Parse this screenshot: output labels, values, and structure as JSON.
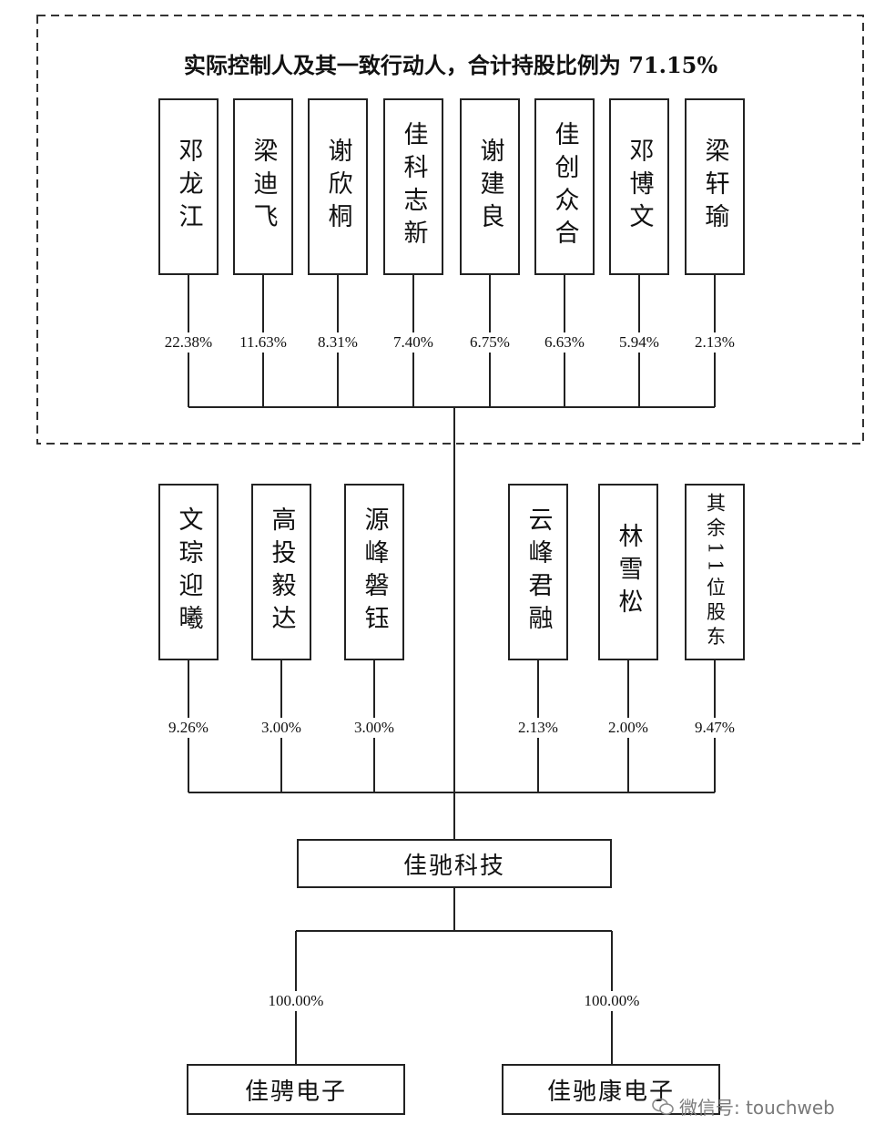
{
  "title": "实际控制人及其一致行动人，合计持股比例为 71.15%",
  "controllers": [
    {
      "name": "邓龙江",
      "pct": "22.38%"
    },
    {
      "name": "梁迪飞",
      "pct": "11.63%"
    },
    {
      "name": "谢欣桐",
      "pct": "8.31%"
    },
    {
      "name": "佳科志新",
      "pct": "7.40%"
    },
    {
      "name": "谢建良",
      "pct": "6.75%"
    },
    {
      "name": "佳创众合",
      "pct": "6.63%"
    },
    {
      "name": "邓博文",
      "pct": "5.94%"
    },
    {
      "name": "梁轩瑜",
      "pct": "2.13%"
    }
  ],
  "others": [
    {
      "name": "文琮迎曦",
      "pct": "9.26%"
    },
    {
      "name": "高投毅达",
      "pct": "3.00%"
    },
    {
      "name": "源峰磐钰",
      "pct": "3.00%"
    },
    {
      "name": "云峰君融",
      "pct": "2.13%"
    },
    {
      "name": "林雪松",
      "pct": "2.00%"
    },
    {
      "name": "其余11位股东",
      "pct": "9.47%"
    }
  ],
  "company": "佳驰科技",
  "subsidiaries": [
    {
      "name": "佳骋电子",
      "pct": "100.00%"
    },
    {
      "name": "佳驰康电子",
      "pct": "100.00%"
    }
  ],
  "watermark": "微信号: touchweb"
}
